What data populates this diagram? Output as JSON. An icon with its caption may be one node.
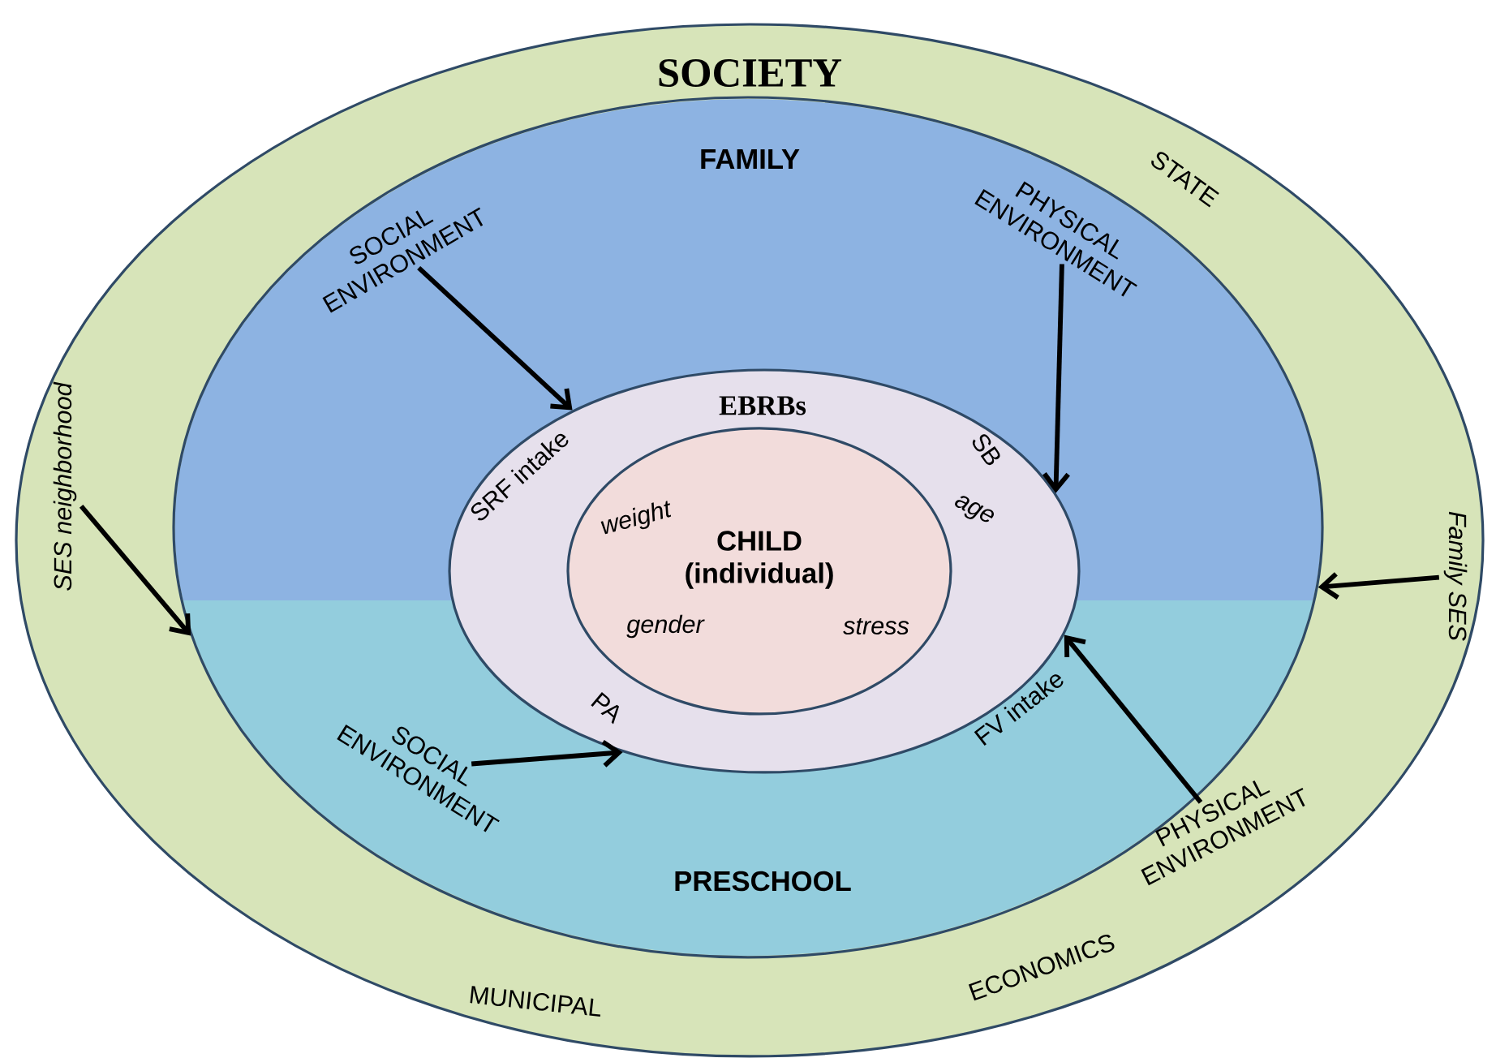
{
  "diagram": {
    "nodes": [
      {
        "text": [
          "SOCIETY",
          "STATE",
          "MUNICIPAL",
          "ECONOMICS"
        ]
      },
      {
        "text": [
          "SES neighborhood"
        ],
        "in": 0
      },
      {
        "text": [
          "Family SES"
        ],
        "in": 0
      },
      {
        "text": [
          "FAMILY",
          "PRESCHOOL"
        ],
        "in": 0
      },
      {
        "text": [
          "SOCIAL ENVIRONMENT"
        ],
        "in": 3
      },
      {
        "text": [
          "PHYSICAL ENVIRONMENT"
        ],
        "in": 3
      },
      {
        "text": [
          "SOCIAL ENVIRONMENT"
        ],
        "in": 3
      },
      {
        "text": [
          "PHYSICAL ENVIRONMENT"
        ],
        "in": 3
      },
      {
        "text": [
          "EBRBs",
          "SRF intake",
          "SB",
          "PA",
          "FV intake"
        ],
        "in": 3
      },
      {
        "text": [
          "CHILD (individual)",
          "weight",
          "age",
          "gender",
          "stress"
        ],
        "in": 8
      }
    ],
    "edges": [
      {
        "from": 1,
        "to": 3,
        "arrow": "to"
      },
      {
        "from": 2,
        "to": 3,
        "arrow": "to"
      },
      {
        "from": 4,
        "to": 8,
        "arrow": "to"
      },
      {
        "from": 5,
        "to": 8,
        "arrow": "to"
      },
      {
        "from": 6,
        "to": 8,
        "arrow": "to"
      },
      {
        "from": 7,
        "to": 8,
        "arrow": "to"
      }
    ]
  }
}
